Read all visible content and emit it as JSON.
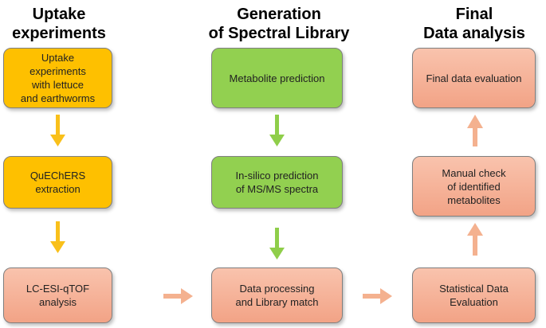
{
  "headings": {
    "col1": "Uptake\nexperiments",
    "col2": "Generation\nof Spectral Library",
    "col3": "Final\nData analysis"
  },
  "boxes": {
    "uptake": "Uptake experiments\nwith lettuce\nand earthworms",
    "quechers": "QuEChERS extraction",
    "lcms": "LC-ESI-qTOF analysis",
    "metabolite_prediction": "Metabolite prediction",
    "insilico": "In-silico prediction\nof MS/MS spectra",
    "data_processing": "Data processing\nand Library match",
    "final_evaluation": "Final data evaluation",
    "manual_check": "Manual check\nof identified\nmetabolites",
    "statistical": "Statistical Data\nEvaluation"
  },
  "colors": {
    "orange_box": "#fec000",
    "green_box": "#92d050",
    "salmon_box": "#f4ab8f",
    "orange_arrow": "#f9c01a",
    "green_arrow": "#8fce4a",
    "salmon_arrow": "#f4b18f"
  }
}
